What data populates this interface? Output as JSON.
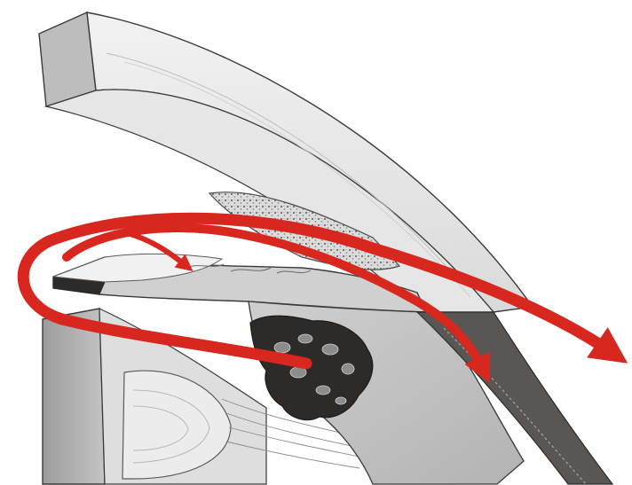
{
  "diagram": {
    "structures": [
      "cornea-block",
      "sclera-block",
      "trabecular-meshwork",
      "iris",
      "ciliary-body",
      "ciliary-processes",
      "lens",
      "zonule-fibers",
      "choroid-layer"
    ],
    "arrows": [
      {
        "id": "aqueous-flow-uveoscleral",
        "color": "#d8271f"
      },
      {
        "id": "aqueous-flow-trabecular",
        "color": "#d8271f"
      },
      {
        "id": "aqueous-flow-posterior",
        "color": "#d8271f"
      },
      {
        "id": "aqueous-flow-into-meshwork",
        "color": "#d8271f"
      }
    ],
    "colors": {
      "tissue_light": "#e4e4e4",
      "tissue_mid": "#d2d2d2",
      "tissue_dark": "#b9b9b9",
      "pigment": "#2e2a28",
      "outline": "#3a3a3a",
      "arrow": "#d8271f"
    }
  }
}
